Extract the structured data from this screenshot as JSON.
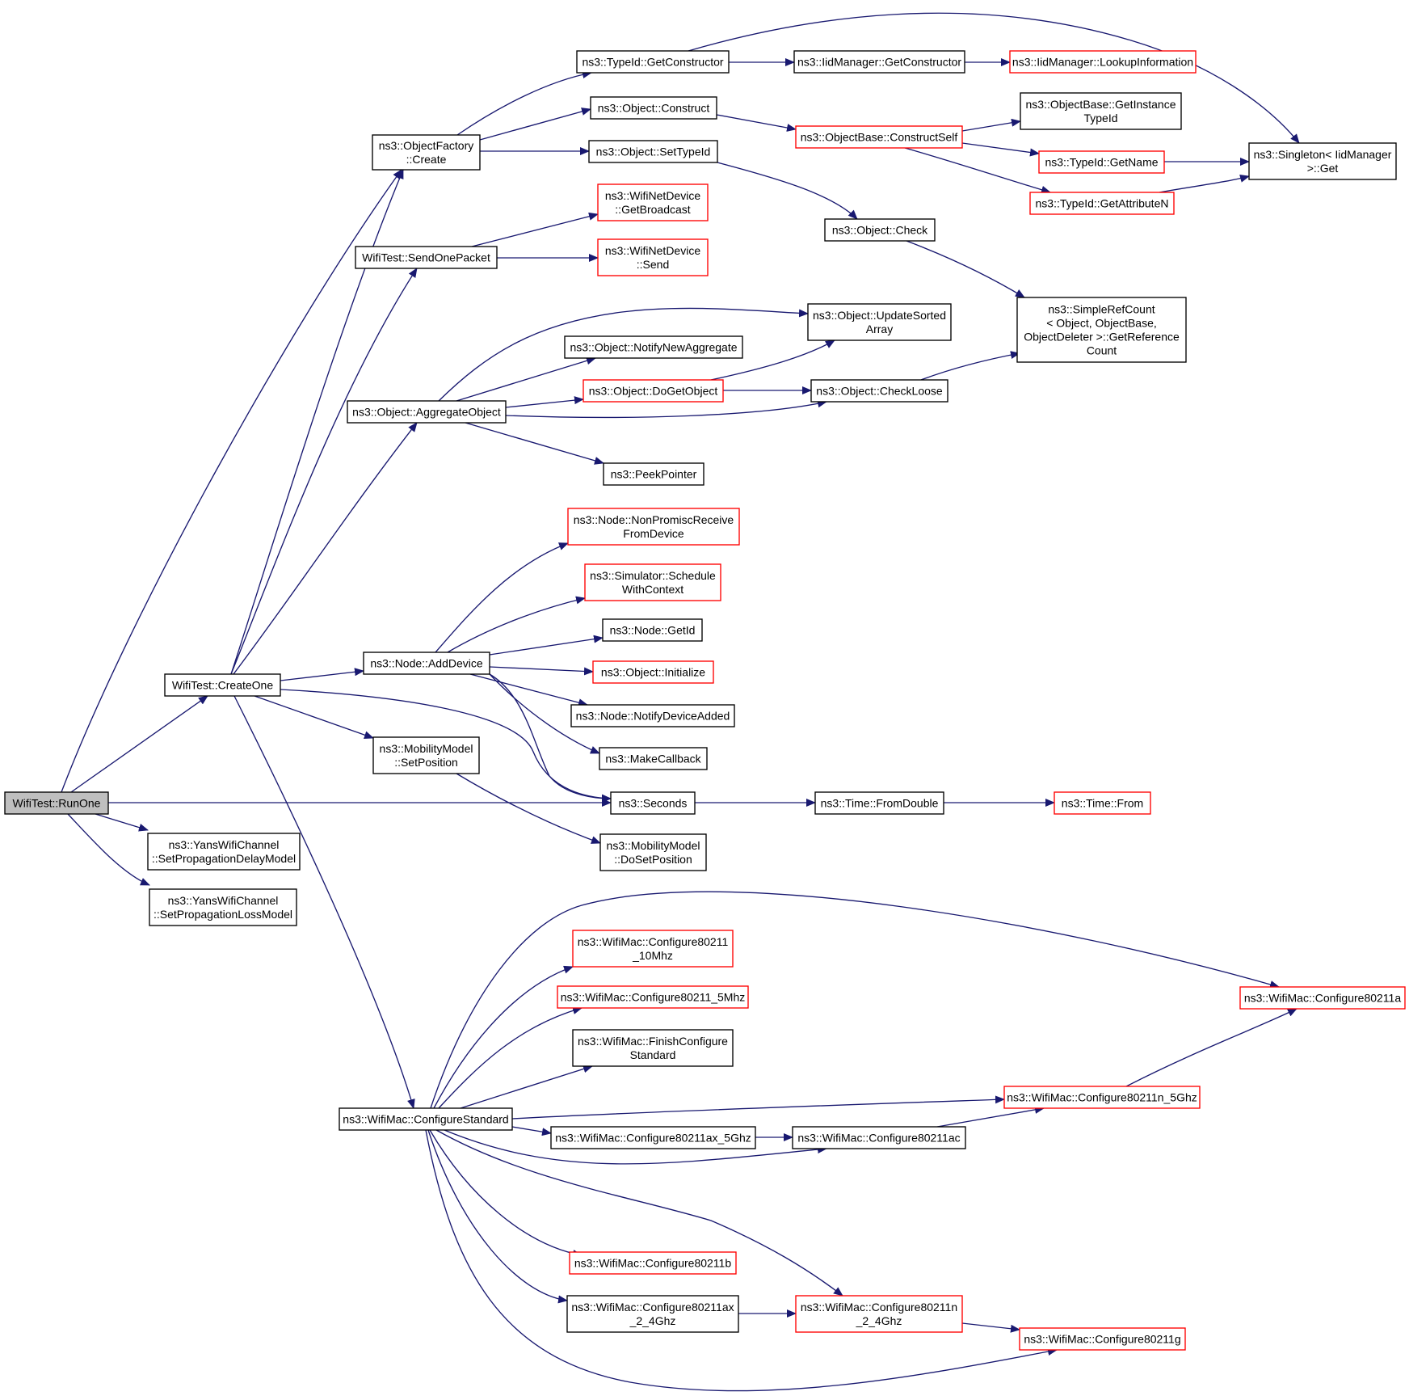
{
  "theme": {
    "edge_color": "#191970",
    "normal_border": "#000000",
    "red_border": "#ff0000",
    "root_fill": "#bfbfbf",
    "background": "#ffffff"
  },
  "nodes": {
    "runone": {
      "lines": [
        "WifiTest::RunOne"
      ],
      "style": "root"
    },
    "createone": {
      "lines": [
        "WifiTest::CreateOne"
      ],
      "style": "normal"
    },
    "yans_delay": {
      "lines": [
        "ns3::YansWifiChannel",
        "::SetPropagationDelayModel"
      ],
      "style": "normal"
    },
    "yans_loss": {
      "lines": [
        "ns3::YansWifiChannel",
        "::SetPropagationLossModel"
      ],
      "style": "normal"
    },
    "objfactory": {
      "lines": [
        "ns3::ObjectFactory",
        "::Create"
      ],
      "style": "normal"
    },
    "sendonepacket": {
      "lines": [
        "WifiTest::SendOnePacket"
      ],
      "style": "normal"
    },
    "aggregate": {
      "lines": [
        "ns3::Object::AggregateObject"
      ],
      "style": "normal"
    },
    "adddevice": {
      "lines": [
        "ns3::Node::AddDevice"
      ],
      "style": "normal"
    },
    "setposition": {
      "lines": [
        "ns3::MobilityModel",
        "::SetPosition"
      ],
      "style": "normal"
    },
    "configstd": {
      "lines": [
        "ns3::WifiMac::ConfigureStandard"
      ],
      "style": "normal"
    },
    "getconstructor": {
      "lines": [
        "ns3::TypeId::GetConstructor"
      ],
      "style": "normal"
    },
    "construct": {
      "lines": [
        "ns3::Object::Construct"
      ],
      "style": "normal"
    },
    "settypeid": {
      "lines": [
        "ns3::Object::SetTypeId"
      ],
      "style": "normal"
    },
    "getbroadcast": {
      "lines": [
        "ns3::WifiNetDevice",
        "::GetBroadcast"
      ],
      "style": "red"
    },
    "send": {
      "lines": [
        "ns3::WifiNetDevice",
        "::Send"
      ],
      "style": "red"
    },
    "notifynewagg": {
      "lines": [
        "ns3::Object::NotifyNewAggregate"
      ],
      "style": "normal"
    },
    "dogetobject": {
      "lines": [
        "ns3::Object::DoGetObject"
      ],
      "style": "red"
    },
    "peekpointer": {
      "lines": [
        "ns3::PeekPointer"
      ],
      "style": "normal"
    },
    "nonpromisc": {
      "lines": [
        "ns3::Node::NonPromiscReceive",
        "FromDevice"
      ],
      "style": "red"
    },
    "schedulectx": {
      "lines": [
        "ns3::Simulator::Schedule",
        "WithContext"
      ],
      "style": "red"
    },
    "nodegetid": {
      "lines": [
        "ns3::Node::GetId"
      ],
      "style": "normal"
    },
    "initialize": {
      "lines": [
        "ns3::Object::Initialize"
      ],
      "style": "red"
    },
    "notifydevadded": {
      "lines": [
        "ns3::Node::NotifyDeviceAdded"
      ],
      "style": "normal"
    },
    "makecallback": {
      "lines": [
        "ns3::MakeCallback"
      ],
      "style": "normal"
    },
    "seconds": {
      "lines": [
        "ns3::Seconds"
      ],
      "style": "normal"
    },
    "dosetposition": {
      "lines": [
        "ns3::MobilityModel",
        "::DoSetPosition"
      ],
      "style": "normal"
    },
    "c10mhz": {
      "lines": [
        "ns3::WifiMac::Configure80211",
        "_10Mhz"
      ],
      "style": "red"
    },
    "c5mhz": {
      "lines": [
        "ns3::WifiMac::Configure80211_5Mhz"
      ],
      "style": "red"
    },
    "finishcfg": {
      "lines": [
        "ns3::WifiMac::FinishConfigure",
        "Standard"
      ],
      "style": "normal"
    },
    "cax5": {
      "lines": [
        "ns3::WifiMac::Configure80211ax_5Ghz"
      ],
      "style": "normal"
    },
    "cb": {
      "lines": [
        "ns3::WifiMac::Configure80211b"
      ],
      "style": "red"
    },
    "cax24": {
      "lines": [
        "ns3::WifiMac::Configure80211ax",
        "_2_4Ghz"
      ],
      "style": "normal"
    },
    "iidgetconstructor": {
      "lines": [
        "ns3::IidManager::GetConstructor"
      ],
      "style": "normal"
    },
    "constructself": {
      "lines": [
        "ns3::ObjectBase::ConstructSelf"
      ],
      "style": "red"
    },
    "objcheck": {
      "lines": [
        "ns3::Object::Check"
      ],
      "style": "normal"
    },
    "updatesorted": {
      "lines": [
        "ns3::Object::UpdateSorted",
        "Array"
      ],
      "style": "normal"
    },
    "checkloose": {
      "lines": [
        "ns3::Object::CheckLoose"
      ],
      "style": "normal"
    },
    "fromdouble": {
      "lines": [
        "ns3::Time::FromDouble"
      ],
      "style": "normal"
    },
    "cn5": {
      "lines": [
        "ns3::WifiMac::Configure80211n_5Ghz"
      ],
      "style": "red"
    },
    "cac": {
      "lines": [
        "ns3::WifiMac::Configure80211ac"
      ],
      "style": "normal"
    },
    "cn24": {
      "lines": [
        "ns3::WifiMac::Configure80211n",
        "_2_4Ghz"
      ],
      "style": "red"
    },
    "lookupinfo": {
      "lines": [
        "ns3::IidManager::LookupInformation"
      ],
      "style": "red"
    },
    "getinstancetypeid": {
      "lines": [
        "ns3::ObjectBase::GetInstance",
        "TypeId"
      ],
      "style": "normal"
    },
    "getname": {
      "lines": [
        "ns3::TypeId::GetName"
      ],
      "style": "red"
    },
    "getattributen": {
      "lines": [
        "ns3::TypeId::GetAttributeN"
      ],
      "style": "red"
    },
    "simplerefcount": {
      "lines": [
        "ns3::SimpleRefCount",
        "< Object, ObjectBase,",
        "ObjectDeleter >::GetReference",
        "Count"
      ],
      "style": "normal"
    },
    "timefrom": {
      "lines": [
        "ns3::Time::From"
      ],
      "style": "red"
    },
    "ca": {
      "lines": [
        "ns3::WifiMac::Configure80211a"
      ],
      "style": "red"
    },
    "cg": {
      "lines": [
        "ns3::WifiMac::Configure80211g"
      ],
      "style": "red"
    },
    "singleton": {
      "lines": [
        "ns3::Singleton< IidManager",
        ">::Get"
      ],
      "style": "normal"
    }
  }
}
